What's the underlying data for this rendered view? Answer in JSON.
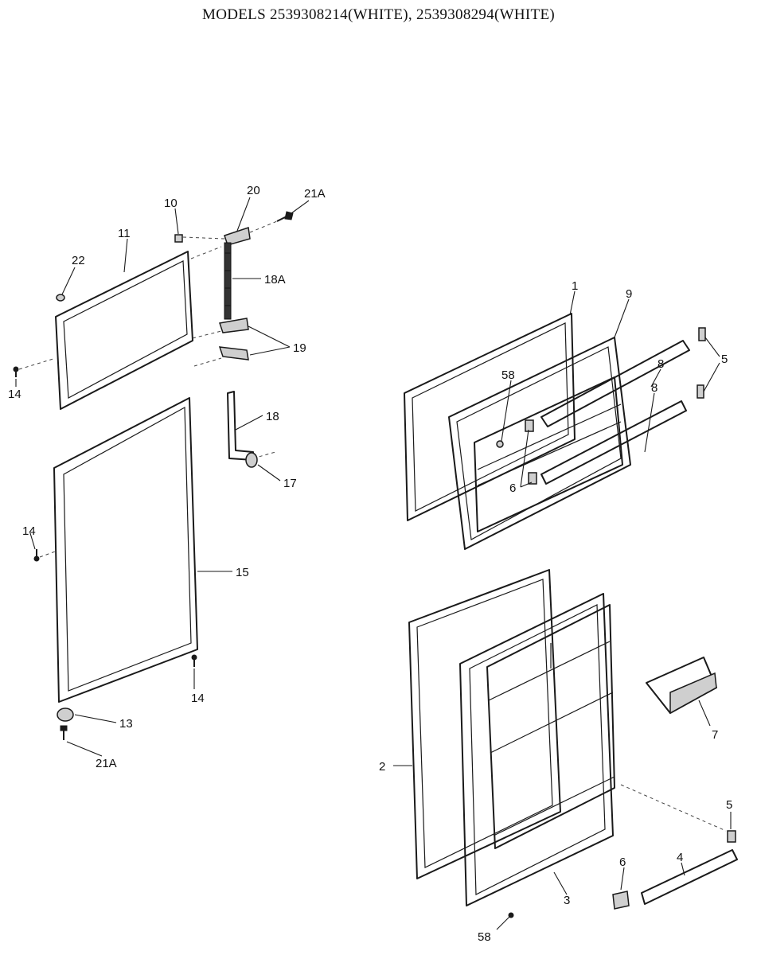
{
  "title": "MODELS 2539308214(WHITE), 2539308294(WHITE)",
  "labels": {
    "l20": "20",
    "l21A_top": "21A",
    "l10": "10",
    "l11": "11",
    "l22": "22",
    "l18A": "18A",
    "l19": "19",
    "l14_top": "14",
    "l18": "18",
    "l17": "17",
    "l14_mid": "14",
    "l15": "15",
    "l14_bottom": "14",
    "l13": "13",
    "l21A_bottom": "21A",
    "l1": "1",
    "l9": "9",
    "l5_top": "5",
    "l58_top": "58",
    "l8_top": "8",
    "l8_bottom": "8",
    "l6_top": "6",
    "l7": "7",
    "l2": "2",
    "l5_bottom": "5",
    "l6_bottom": "6",
    "l4": "4",
    "l3": "3",
    "l58_bottom": "58"
  }
}
